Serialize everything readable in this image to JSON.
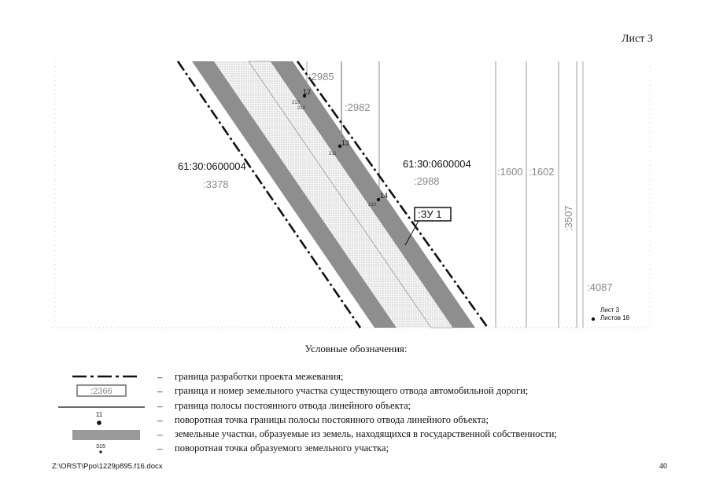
{
  "header": {
    "sheet_label": "Лист 3"
  },
  "map": {
    "labels": {
      "p2985": ":2985",
      "p2982": ":2982",
      "cad_left": "61:30:0600004",
      "cad_right": "61:30:0600004",
      "p3378": ":3378",
      "p2988": ":2988",
      "p1600": ":1600",
      "p1602": ":1602",
      "p3507": ":3507",
      "p4087": ":4087",
      "zu1": ":ЗУ 1",
      "pt12": "12",
      "pt13": "13",
      "pt14": "14",
      "pt213a": "213",
      "pt212": "212",
      "pt211": "211",
      "pt210": "210",
      "sheet_of": "Лист 3",
      "sheets_total": "Листов 18"
    }
  },
  "legend": {
    "title": "Условные обозначения:",
    "sample_parcel_label": ":2366",
    "sample_point_number": "11",
    "sample_new_point_number": "315",
    "items": [
      {
        "dash": "–",
        "text": "граница разработки проекта межевания;"
      },
      {
        "dash": "–",
        "text": "граница и номер земельного участка существующего отвода автомобильной дороги;"
      },
      {
        "dash": "–",
        "text": "граница полосы постоянного отвода линейного объекта;"
      },
      {
        "dash": "–",
        "text": "поворотная точка границы полосы постоянного отвода линейного объекта;"
      },
      {
        "dash": "–",
        "text": "земельные участки, образуемые из земель, находящихся в государственной собственности;"
      },
      {
        "dash": "–",
        "text": "поворотная точка образуемого земельного участка;"
      }
    ]
  },
  "footer": {
    "path": "Z:\\ORST\\Ppo\\1229p895.f16.docx",
    "page_number": "40"
  }
}
